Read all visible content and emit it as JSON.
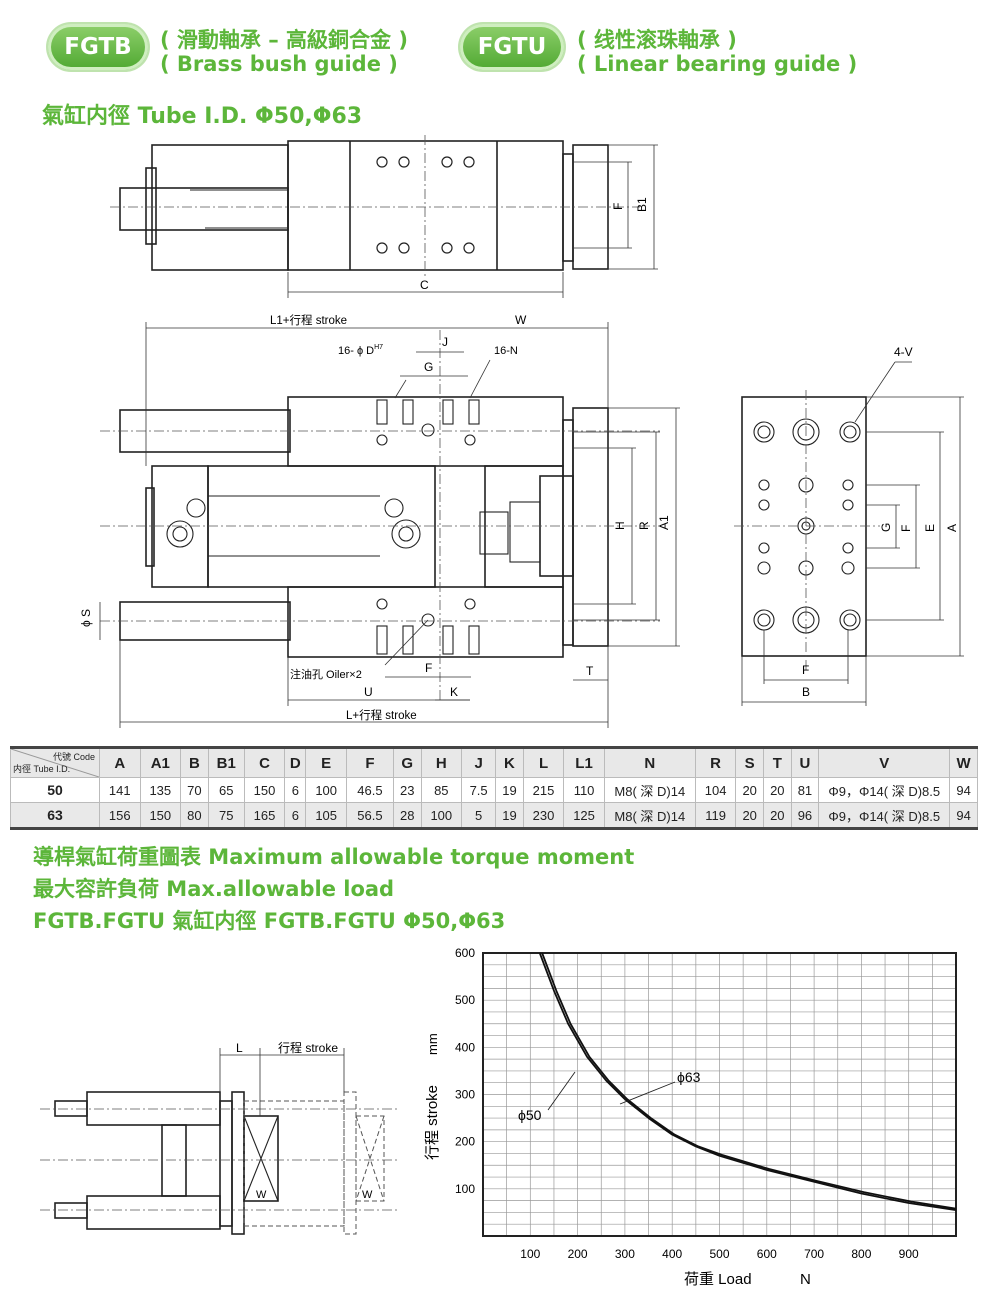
{
  "header": {
    "fgtb_badge": "FGTB",
    "fgtb_line1": "( 滑動軸承 – 高級銅合金 )",
    "fgtb_line2": "( Brass bush guide )",
    "fgtu_badge": "FGTU",
    "fgtu_line1": "( 线性滚珠軸承 )",
    "fgtu_line2": "( Linear bearing guide )",
    "tube_title": "氣缸内徑 Tube I.D. Φ50,Φ63"
  },
  "drawing_labels": {
    "top_F": "F",
    "top_B1": "B1",
    "top_C": "C",
    "L1_stroke": "L1+行程 stroke",
    "W": "W",
    "J": "J",
    "D_hole": "16- ϕ D",
    "D_sup": "H7",
    "N_hole": "16-N",
    "G": "G",
    "H": "H",
    "R": "R",
    "A1": "A1",
    "S": "ϕ S",
    "oiler": "注油孔 Oiler×2",
    "F_mid": "F",
    "T": "T",
    "U": "U",
    "K": "K",
    "L_stroke": "L+行程 stroke",
    "V": "4-V",
    "side_G": "G",
    "side_F": "F",
    "side_E": "E",
    "side_A": "A",
    "side_F_bottom": "F",
    "side_B": "B"
  },
  "table": {
    "corner_top": "代號 Code",
    "corner_bottom": "内徑 Tube I.D.",
    "columns": [
      "A",
      "A1",
      "B",
      "B1",
      "C",
      "D",
      "E",
      "F",
      "G",
      "H",
      "J",
      "K",
      "L",
      "L1",
      "N",
      "R",
      "S",
      "T",
      "U",
      "V",
      "W"
    ],
    "rows": [
      {
        "id": "50",
        "values": [
          "141",
          "135",
          "70",
          "65",
          "150",
          "6",
          "100",
          "46.5",
          "23",
          "85",
          "7.5",
          "19",
          "215",
          "110",
          "M8( 深 D)14",
          "104",
          "20",
          "20",
          "81",
          "Φ9，Φ14( 深 D)8.5",
          "94"
        ]
      },
      {
        "id": "63",
        "values": [
          "156",
          "150",
          "80",
          "75",
          "165",
          "6",
          "105",
          "56.5",
          "28",
          "100",
          "5",
          "19",
          "230",
          "125",
          "M8( 深 D)14",
          "119",
          "20",
          "20",
          "96",
          "Φ9，Φ14( 深 D)8.5",
          "94"
        ]
      }
    ]
  },
  "section2": {
    "line1": "導桿氣缸荷重圖表 Maximum allowable torque moment",
    "line2": "最大容許負荷 Max.allowable load",
    "line3": "FGTB.FGTU 氣缸内徑 FGTB.FGTU Φ50,Φ63"
  },
  "small_diagram": {
    "L": "L",
    "stroke": "行程 stroke",
    "W1": "W",
    "W2": "W"
  },
  "chart_data": {
    "type": "line",
    "xlabel": "荷重 Load",
    "xunit": "N",
    "ylabel": "行程 stroke",
    "yunit": "mm",
    "xlim": [
      0,
      1000
    ],
    "ylim": [
      0,
      600
    ],
    "x_ticks": [
      100,
      200,
      300,
      400,
      500,
      600,
      700,
      800,
      900
    ],
    "y_ticks": [
      100,
      200,
      300,
      400,
      500,
      600
    ],
    "grid": true,
    "series": [
      {
        "name": "ϕ50",
        "x": [
          120,
          150,
          180,
          220,
          260,
          300,
          350,
          400,
          450,
          500,
          600,
          700,
          800,
          900,
          1000
        ],
        "y": [
          600,
          520,
          450,
          380,
          330,
          290,
          250,
          215,
          190,
          170,
          140,
          115,
          90,
          70,
          55
        ]
      },
      {
        "name": "ϕ63",
        "x": [
          125,
          155,
          185,
          225,
          265,
          305,
          355,
          405,
          455,
          505,
          605,
          705,
          805,
          905,
          1000
        ],
        "y": [
          600,
          520,
          450,
          380,
          330,
          290,
          250,
          215,
          190,
          172,
          142,
          117,
          93,
          73,
          58
        ]
      }
    ]
  }
}
